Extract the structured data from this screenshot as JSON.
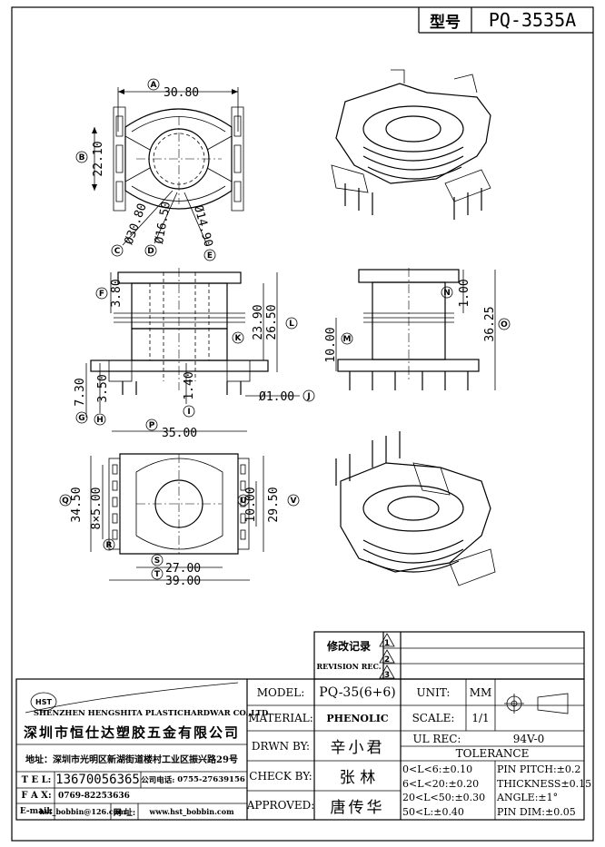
{
  "header": {
    "type_label": "型号",
    "part_number": "PQ-3535A"
  },
  "dims": {
    "A": "30.80",
    "B": "22.10",
    "C": "Ø30.80",
    "D": "Ø16.50",
    "E": "Ø14.90",
    "F": "3.80",
    "G": "7.30",
    "H": "3.50",
    "I": "1.40",
    "J": "Ø1.00",
    "K": "23.90",
    "L": "26.50",
    "M": "10.00",
    "N": "1.00",
    "O": "36.25",
    "P": "35.00",
    "Q": "34.50",
    "R": "8×5.00",
    "S": "27.00",
    "T": "39.00",
    "U": "10.00",
    "V": "29.50"
  },
  "bubbles": [
    "A",
    "B",
    "C",
    "D",
    "E",
    "F",
    "G",
    "H",
    "I",
    "J",
    "K",
    "L",
    "M",
    "N",
    "O",
    "P",
    "Q",
    "R",
    "S",
    "T",
    "U",
    "V"
  ],
  "revision": {
    "title_cn": "修改记录",
    "title_en": "REVISION REC.",
    "marks": [
      "1",
      "2",
      "3"
    ]
  },
  "company": {
    "logo_text": "HST",
    "name_en": "SHENZHEN HENGSHITA PLASTICHARDWAR CO.,LTD",
    "name_cn": "深圳市恒仕达塑胶五金有限公司",
    "address": "地址：深圳市光明区新湖街道楼村工业区振兴路29号",
    "tel_label": "T E L:",
    "tel": "13670056365",
    "phone2_label": "公司电话:",
    "phone2": "0755-27639156",
    "fax_label": "F A X:",
    "fax": "0769-82253636",
    "email_label": "E-mail:",
    "email": "hst_bobbin@126.com",
    "web_label": "网 址:",
    "web": "www.hst_bobbin.com"
  },
  "titleblock": {
    "model_label": "MODEL:",
    "model": "PQ-35(6+6)",
    "material_label": "MATERIAL:",
    "material": "PHENOLIC",
    "drawn_label": "DRWN BY:",
    "drawn": "辛小君",
    "check_label": "CHECK BY:",
    "check": "张 林",
    "approved_label": "APPROVED:",
    "approved": "唐传华",
    "unit_label": "UNIT:",
    "unit": "MM",
    "scale_label": "SCALE:",
    "scale": "1/1",
    "ulrec_label": "UL REC:",
    "ulrec": "94V-0",
    "tolerance_label": "TOLERANCE",
    "tol": [
      "0<L<6:±0.10",
      "6<L<20:±0.20",
      "20<L<50:±0.30",
      "50<L:±0.40"
    ],
    "spec": [
      "PIN PITCH:±0.2",
      "THICKNESS±0.15",
      "ANGLE:±1°",
      "PIN DIM:±0.05"
    ]
  }
}
